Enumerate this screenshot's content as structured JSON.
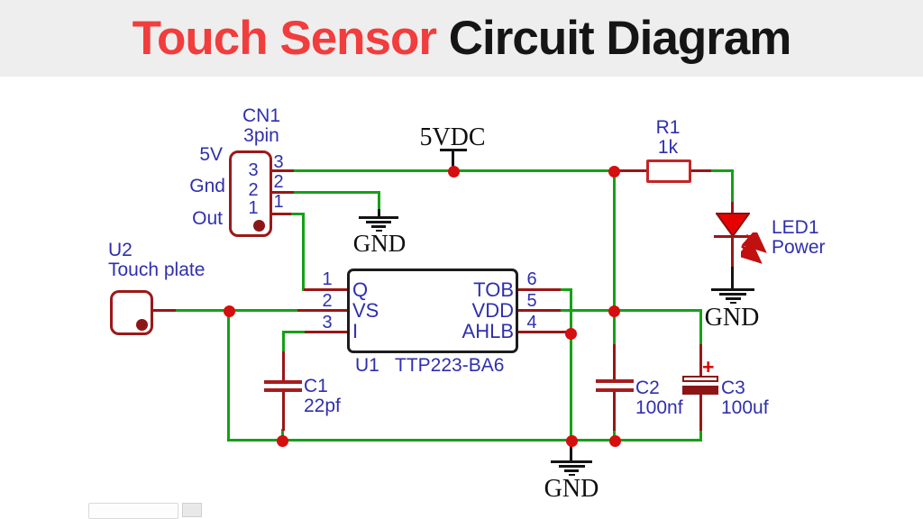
{
  "title": {
    "red": "Touch Sensor",
    "black": "Circuit Diagram"
  },
  "connector_cn1": {
    "ref": "CN1",
    "subtitle": "3pin",
    "signal_labels": [
      "5V",
      "Gnd",
      "Out"
    ],
    "inner_pin_numbers": [
      "3",
      "2",
      "1"
    ],
    "outer_pin_numbers": [
      "3",
      "2",
      "1"
    ]
  },
  "power_rail": {
    "label": "5VDC"
  },
  "grounds": {
    "g1": "GND",
    "g2": "GND",
    "g3": "GND"
  },
  "resistor_r1": {
    "ref": "R1",
    "value": "1k"
  },
  "led1": {
    "ref": "LED1",
    "name": "Power"
  },
  "touch_plate_u2": {
    "ref": "U2",
    "name": "Touch plate"
  },
  "ic_u1": {
    "ref": "U1",
    "part": "TTP223-BA6",
    "left_pins": [
      {
        "num": "1",
        "name": "Q"
      },
      {
        "num": "2",
        "name": "VS"
      },
      {
        "num": "3",
        "name": "I"
      }
    ],
    "right_pins": [
      {
        "num": "6",
        "name": "TOB"
      },
      {
        "num": "5",
        "name": "VDD"
      },
      {
        "num": "4",
        "name": "AHLB"
      }
    ]
  },
  "capacitors": {
    "c1": {
      "ref": "C1",
      "value": "22pf"
    },
    "c2": {
      "ref": "C2",
      "value": "100nf"
    },
    "c3": {
      "ref": "C3",
      "value": "100uf",
      "polarity_mark": "+"
    }
  },
  "colors": {
    "wire_green": "#16a016",
    "stub_dark_red": "#9a1616",
    "junction_red": "#d50e0e",
    "label_blue": "#2f2fae",
    "title_red": "#f13d3d"
  }
}
